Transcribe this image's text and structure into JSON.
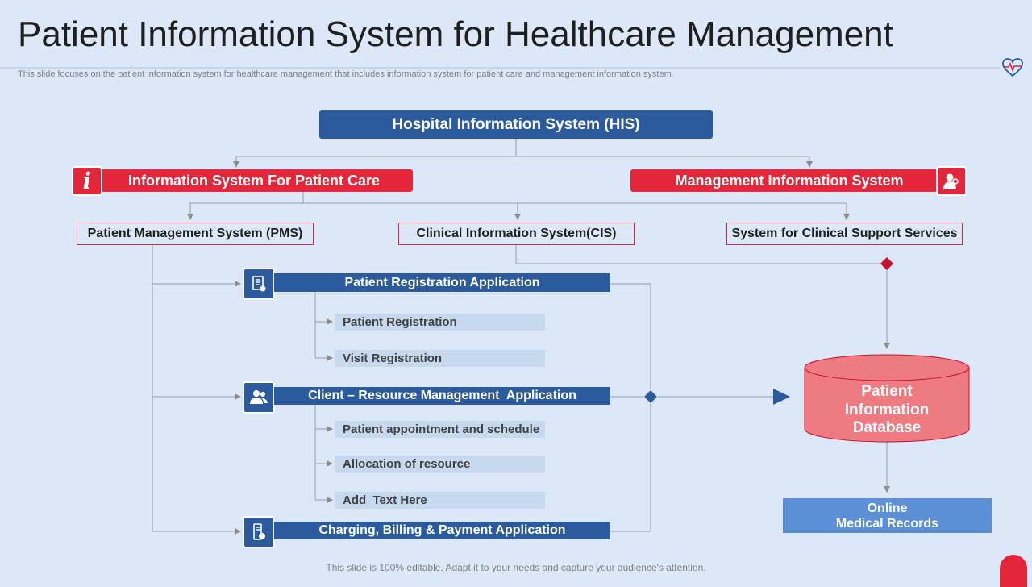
{
  "header": {
    "title": "Patient Information System for Healthcare Management",
    "subtitle": "This slide focuses on the patient information system for healthcare management that includes information system for patient care and management information system."
  },
  "diagram": {
    "root": "Hospital Information System (HIS)",
    "patient_care": "Information System For Patient Care",
    "management": "Management Information System",
    "pms": "Patient Management System (PMS)",
    "cis": "Clinical Information System(CIS)",
    "support": "System for Clinical Support Services",
    "apps": [
      {
        "label": "Patient Registration Application",
        "icon": "document-icon",
        "items": [
          "Patient Registration",
          "Visit Registration"
        ]
      },
      {
        "label": "Client – Resource Management  Application",
        "icon": "users-icon",
        "items": [
          "Patient appointment and schedule",
          "Allocation of resource",
          "Add  Text Here"
        ]
      },
      {
        "label": "Charging, Billing & Payment Application",
        "icon": "billing-icon",
        "items": []
      }
    ],
    "database": {
      "line1": "Patient",
      "line2": "Information",
      "line3": "Database"
    },
    "online": {
      "line1": "Online",
      "line2": "Medical Records"
    }
  },
  "footer": "This slide is 100% editable. Adapt it to your needs and capture your audience's attention.",
  "colors": {
    "background": "#dce8f7",
    "blue": "#2b5b9c",
    "red": "#e3263a",
    "db": "#ef7b82",
    "online": "#5b8fd6"
  }
}
